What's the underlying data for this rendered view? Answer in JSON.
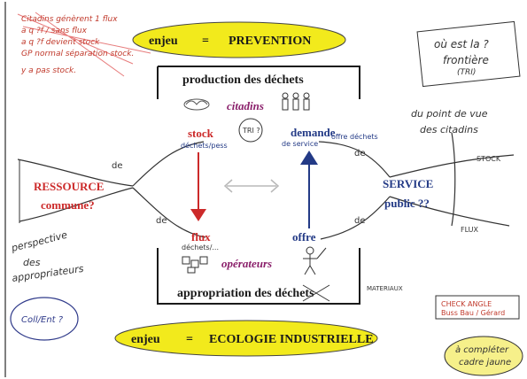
{
  "top_banner": {
    "prefix": "enjeu",
    "equals": "=",
    "text": "PREVENTION"
  },
  "bottom_banner": {
    "prefix": "enjeu",
    "equals": "=",
    "text": "ECOLOGIE INDUSTRIELLE"
  },
  "top_box": {
    "title": "production des déchets",
    "actor": "citadins"
  },
  "bottom_box": {
    "title": "appropriation des déchets",
    "actor": "opérateurs"
  },
  "nodes": {
    "stock": "stock",
    "stock_note": "déchets/pess",
    "demande": "demande",
    "demande_note": "de service",
    "demande_note2": "offre déchets",
    "flux": "flux",
    "flux_note": "déchets/...",
    "offre": "offre",
    "ressource": "RESSOURCE",
    "ressource2": "commune?",
    "service": "SERVICE",
    "service2": "public ??"
  },
  "edge_labels": {
    "de_top_left": "de",
    "de_bottom_left": "de",
    "de_top_right": "de",
    "de_bottom_right": "de"
  },
  "annotations": {
    "tri_bubble": "TRI ?",
    "frontiere": [
      "où est la ?",
      "frontière",
      "(TRI)"
    ],
    "point_de_vue": [
      "du point de vue",
      "des citadins"
    ],
    "stock_right": "STOCK",
    "flux_right": "FLUX",
    "perspective": [
      "perspective",
      "des",
      "appropriateurs"
    ],
    "coll_bubble": "Coll/Ent ?",
    "materiaux": "MATERIAUX",
    "check": [
      "CHECK ANGLE",
      "Buss Bau / Gérard"
    ],
    "completer": [
      "à compléter",
      "cadre jaune"
    ],
    "scribble": [
      "Citadins génèrent 1 flux",
      "a q ?f / sans flux",
      "a q ?f devient stock",
      "GP normal séparation stock.",
      "y a pas stock."
    ]
  },
  "colors": {
    "red": "#cc2a2a",
    "navy": "#233a86",
    "purple": "#8a1f6a",
    "yellow": "#f2ea1c",
    "ink": "#2f3a8a",
    "dark": "#1a1a1a"
  }
}
